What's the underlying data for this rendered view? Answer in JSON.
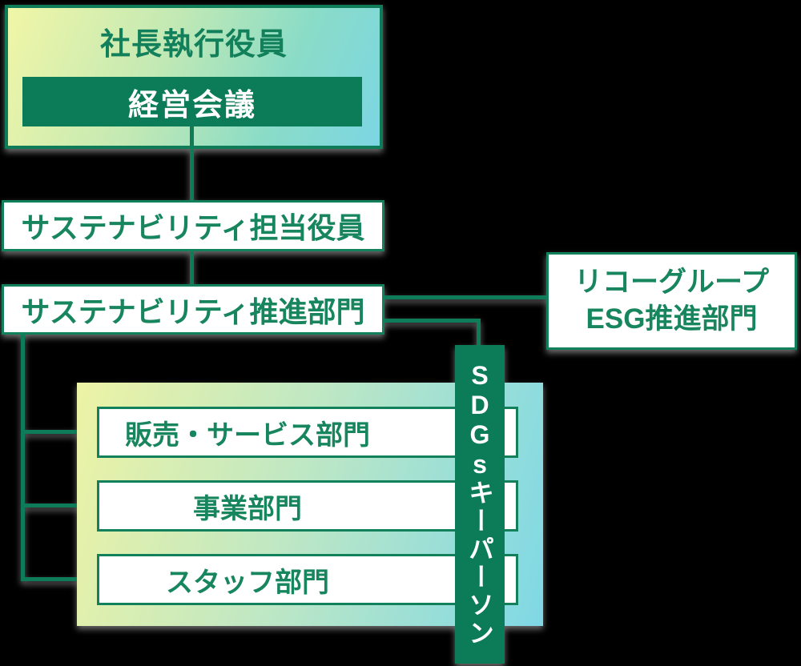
{
  "colors": {
    "background": "#000000",
    "primary_green_fill": "#0c7b57",
    "border_green": "#11805b",
    "line_green": "#0e7c58",
    "label_text_green": "#17855d",
    "white": "#ffffff",
    "gradient_yellow": "#f1f6a7",
    "gradient_mint": "#bde7c5",
    "gradient_cyan": "#7cd6e3",
    "shadow_gray": "#808080"
  },
  "org_chart": {
    "president_box": {
      "title": "社長執行役員",
      "meeting": "経営会議"
    },
    "sustainability_officer": "サステナビリティ担当役員",
    "sustainability_promotion": "サステナビリティ推進部門",
    "esg_box": {
      "line1": "リコーグループ",
      "line2": "ESG推進部門"
    },
    "sdgs_keyperson": {
      "latin": "SDGs",
      "kana": "キーパーソン"
    },
    "departments": [
      {
        "label": "販売・サービス部門"
      },
      {
        "label": "事業部門"
      },
      {
        "label": "スタッフ部門"
      }
    ]
  }
}
